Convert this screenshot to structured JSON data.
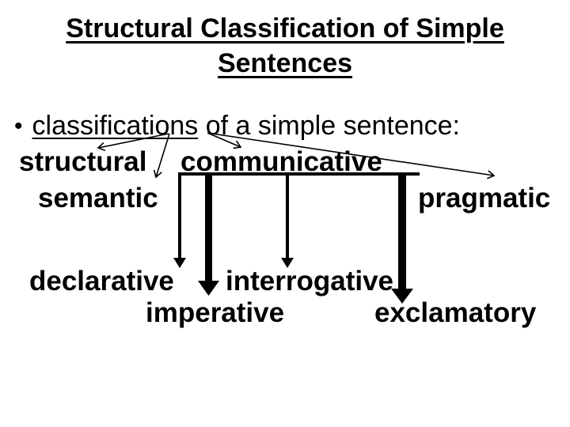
{
  "colors": {
    "background": "#ffffff",
    "ink": "#000000"
  },
  "title": {
    "lines": [
      "Structural Classification of Simple",
      "Sentences"
    ]
  },
  "bullet": {
    "marker": "•",
    "term": "classifications",
    "rest": " of a simple sentence:"
  },
  "diagram": {
    "level1": {
      "structural": "structural",
      "communicative": "communicative",
      "semantic": "semantic",
      "pragmatic": "pragmatic"
    },
    "level2": {
      "declarative": "declarative",
      "interrogative": "interrogative",
      "imperative": "imperative",
      "exclamatory": "exclamatory"
    }
  }
}
